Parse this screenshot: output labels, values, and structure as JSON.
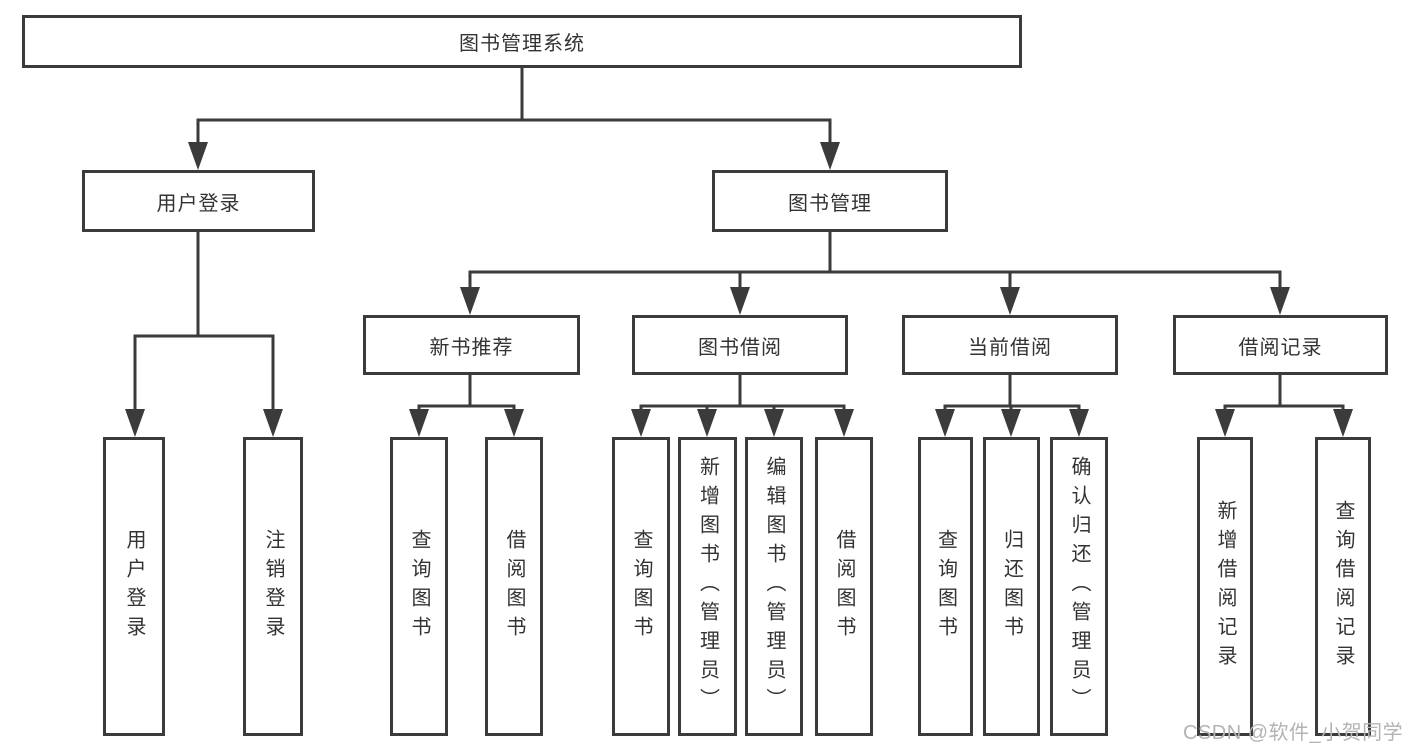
{
  "diagram": {
    "root": {
      "label": "图书管理系统",
      "children": [
        {
          "label": "用户登录",
          "children": [
            {
              "label": "用户登录"
            },
            {
              "label": "注销登录"
            }
          ]
        },
        {
          "label": "图书管理",
          "children": [
            {
              "label": "新书推荐",
              "children": [
                {
                  "label": "查询图书"
                },
                {
                  "label": "借阅图书"
                }
              ]
            },
            {
              "label": "图书借阅",
              "children": [
                {
                  "label": "查询图书"
                },
                {
                  "label": "新增图书（管理员）"
                },
                {
                  "label": "编辑图书（管理员）"
                },
                {
                  "label": "借阅图书"
                }
              ]
            },
            {
              "label": "当前借阅",
              "children": [
                {
                  "label": "查询图书"
                },
                {
                  "label": "归还图书"
                },
                {
                  "label": "确认归还（管理员）"
                }
              ]
            },
            {
              "label": "借阅记录",
              "children": [
                {
                  "label": "新增借阅记录"
                },
                {
                  "label": "查询借阅记录"
                }
              ]
            }
          ]
        }
      ]
    },
    "watermark": "CSDN @软件_小贺同学",
    "colors": {
      "line": "#3b3b3b",
      "box_border": "#3b3b3b",
      "box_fill": "#ffffff",
      "text": "#333333",
      "watermark": "#b3b3b3",
      "background": "#ffffff"
    }
  }
}
